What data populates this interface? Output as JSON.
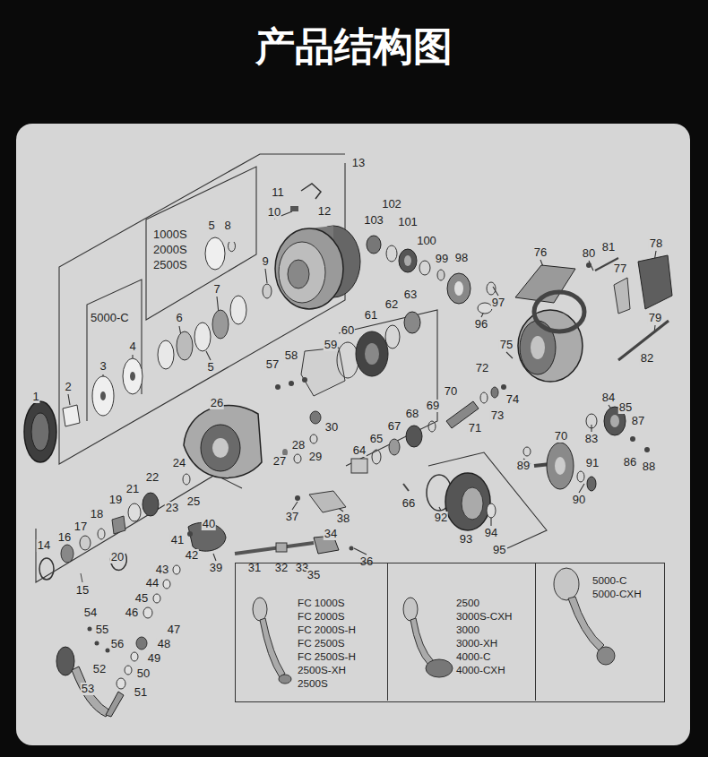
{
  "diagram": {
    "title": "产品结构图",
    "nodes": [
      {
        "text": [
          "95"
        ]
      },
      {
        "text": [
          "FC 1000S",
          "FC 2000S",
          "FC 2000S-H",
          "FC 2500S",
          "FC 2500S-H",
          "2500S-XH",
          "2500S"
        ],
        "in": 0
      },
      {
        "text": [
          "2500",
          "3000S-CXH",
          "3000",
          "3000-XH",
          "4000-C",
          "4000-CXH"
        ],
        "in": 0
      },
      {
        "text": [
          "5000-C",
          "5000-CXH"
        ],
        "in": 0
      }
    ],
    "labels": [
      "13",
      "11",
      "12",
      "10",
      "1000S",
      "2000S",
      "2500S",
      "5",
      "8",
      "9",
      "7",
      "5000-C",
      "6",
      "5",
      "4",
      "3",
      "2",
      "1",
      "103",
      "102",
      "101",
      "100",
      "99",
      "98",
      "97",
      "96",
      "76",
      "80",
      "81",
      "78",
      "77",
      "79",
      "82",
      "63",
      "62",
      "61",
      "60",
      "59",
      "58",
      "57",
      "75",
      "72",
      "74",
      "73",
      "71",
      "70",
      "69",
      "68",
      "67",
      "65",
      "64",
      "66",
      "26",
      "30",
      "29",
      "28",
      "27",
      "24",
      "22",
      "21",
      "23",
      "25",
      "19",
      "18",
      "17",
      "16",
      "14",
      "15",
      "20",
      "37",
      "38",
      "40",
      "41",
      "42",
      "39",
      "31",
      "32",
      "33",
      "34",
      "35",
      "36",
      "43",
      "44",
      "45",
      "46",
      "47",
      "48",
      "49",
      "50",
      "51",
      "52",
      "53",
      "54",
      "55",
      "56",
      "84",
      "85",
      "87",
      "83",
      "86",
      "88",
      "89",
      "70",
      "91",
      "90",
      "92",
      "93",
      "94"
    ]
  }
}
